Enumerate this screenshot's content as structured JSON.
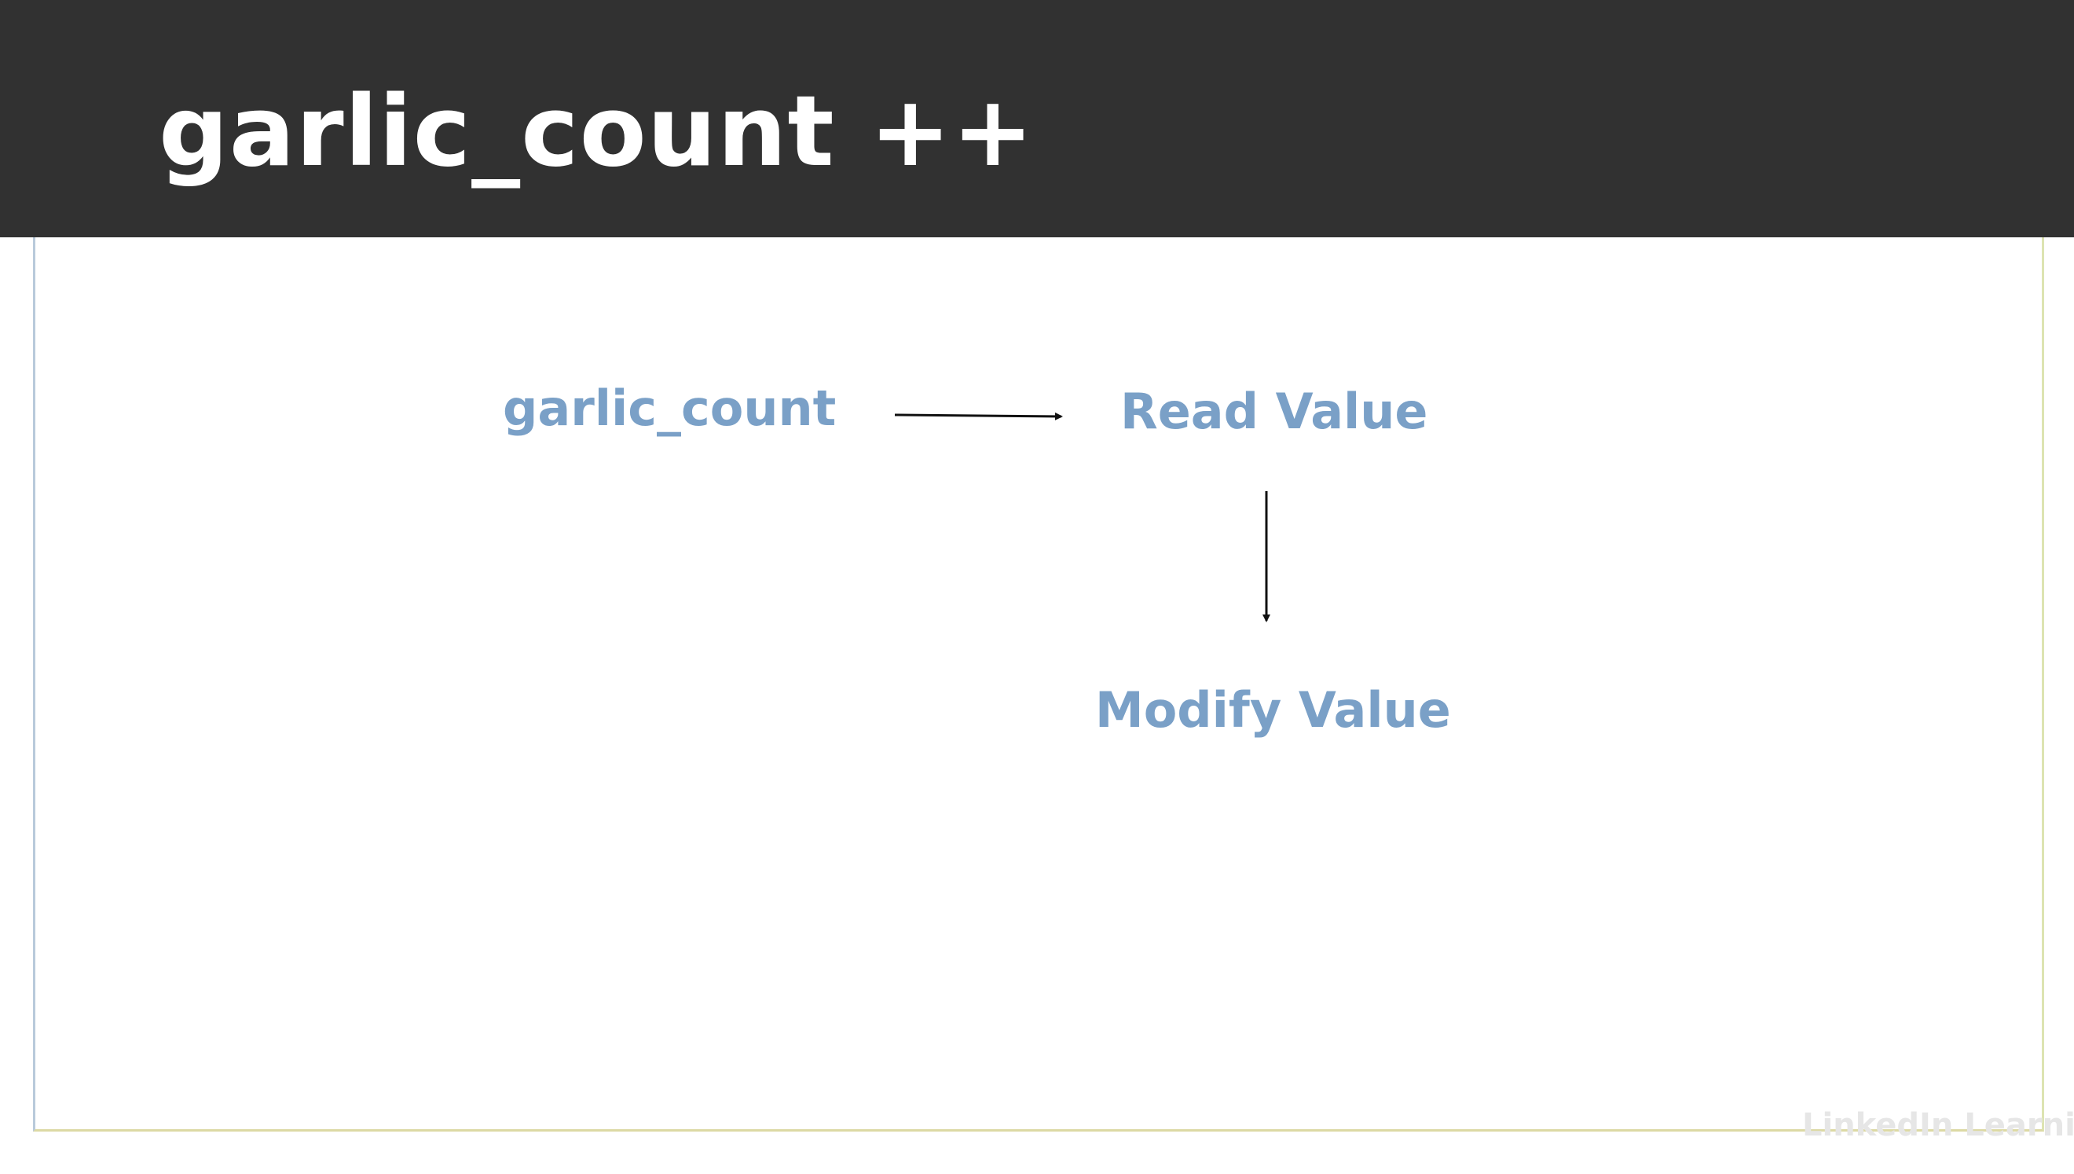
{
  "slide": {
    "title": "garlic_count ++"
  },
  "diagram": {
    "nodes": {
      "source": "garlic_count",
      "read": "Read Value",
      "modify": "Modify Value"
    },
    "edges": [
      {
        "from": "source",
        "to": "read"
      },
      {
        "from": "read",
        "to": "modify"
      }
    ]
  },
  "colors": {
    "title_bar": "#313131",
    "title_text": "#ffffff",
    "node_text": "#7aa0c7",
    "arrow": "#111111"
  },
  "watermark": {
    "logo_text": "LinkedIn Learning"
  }
}
